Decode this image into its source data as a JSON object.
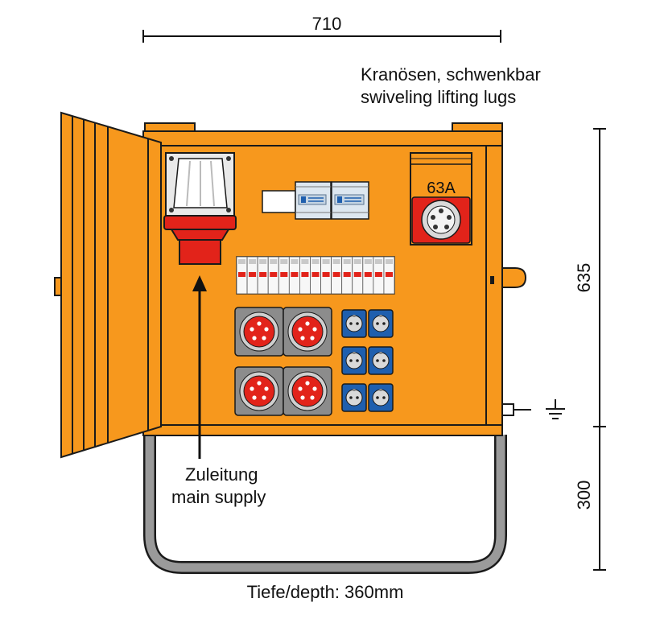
{
  "dimensions": {
    "width": "710",
    "height_cabinet": "635",
    "height_frame": "300",
    "depth": "Tiefe/depth: 360mm"
  },
  "labels": {
    "lifting_lugs_de": "Kranösen, schwenkbar",
    "lifting_lugs_en": "swiveling lifting lugs",
    "supply_de": "Zuleitung",
    "supply_en": "main supply",
    "main_socket_rating": "63A"
  },
  "colors": {
    "cabinet": "#F7981D",
    "outline": "#1a1a1a",
    "cee_red": "#E2231A",
    "schuko_blue": "#1F5FAE",
    "frame_gray": "#9a9a9a"
  },
  "icons": {
    "ground": "ground-symbol-icon",
    "arrow": "arrow-up-icon"
  }
}
